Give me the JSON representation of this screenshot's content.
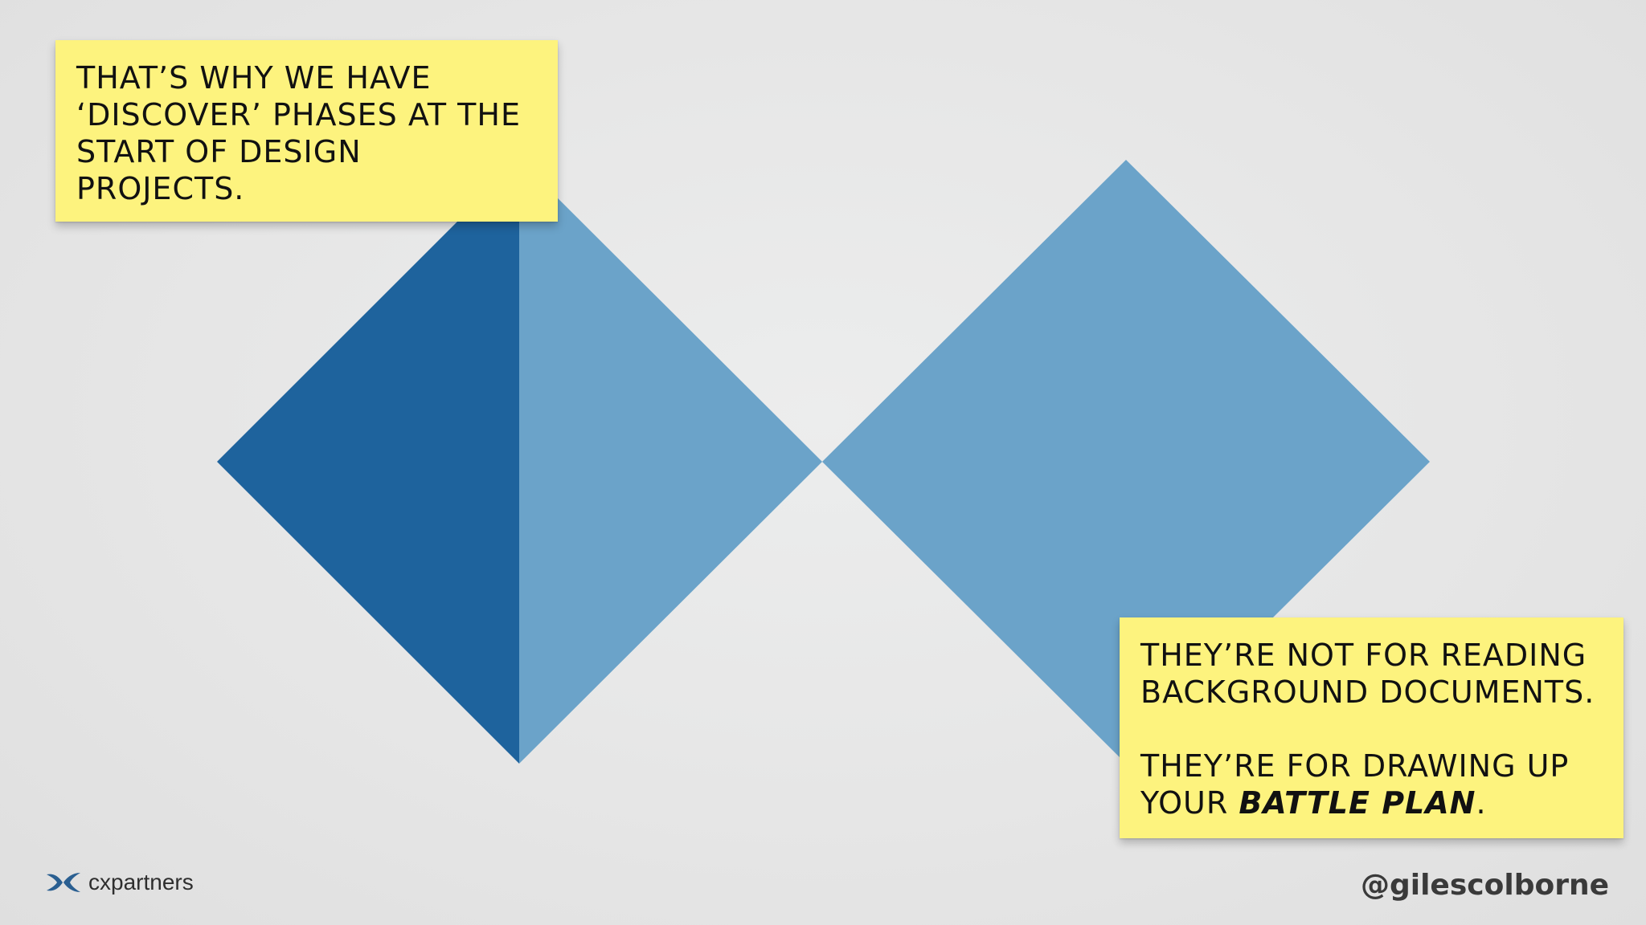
{
  "slide": {
    "background": "#e6e6e6",
    "diagram": {
      "shape": "double-diamond",
      "colors": {
        "dark_half": "#1e639d",
        "light": "#6ba3c9"
      }
    },
    "note_top": {
      "color": "#fdf37e",
      "lines": [
        "THAT’S WHY WE HAVE",
        "‘DISCOVER’ PHASES AT THE",
        "START OF DESIGN",
        "PROJECTS."
      ]
    },
    "note_bottom": {
      "color": "#fdf37e",
      "para1_lines": [
        "THEY’RE NOT FOR READING",
        "BACKGROUND DOCUMENTS."
      ],
      "para2_line1": "THEY’RE FOR DRAWING UP",
      "para2_line2_prefix": "YOUR ",
      "para2_line2_emphasis": "BATTLE PLAN",
      "para2_line2_suffix": "."
    },
    "brand": {
      "icon": "cxpartners-logo-icon",
      "name": "cxpartners"
    },
    "handle": "@gilescolborne"
  }
}
